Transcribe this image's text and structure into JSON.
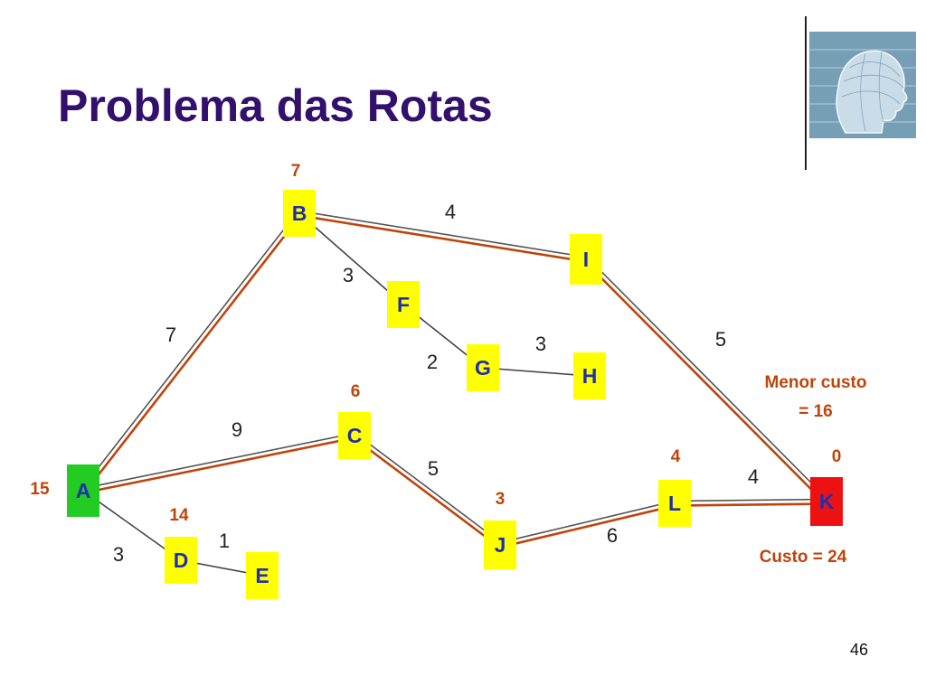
{
  "slide": {
    "title": "Problema das Rotas",
    "page_number": "46",
    "logo": "digital-head-icon"
  },
  "colors": {
    "title": "#33106b",
    "node_fill": "#ffff00",
    "start_fill": "#22cc22",
    "goal_fill": "#ee1111",
    "node_text": "#1e2fb0",
    "path_line": "#c0440a",
    "annotation": "#c0440a"
  },
  "graph": {
    "nodes": [
      {
        "id": "A",
        "label": "A",
        "role": "start",
        "heuristic": "15"
      },
      {
        "id": "B",
        "label": "B",
        "role": "normal",
        "heuristic": "7"
      },
      {
        "id": "C",
        "label": "C",
        "role": "normal",
        "heuristic": "6"
      },
      {
        "id": "D",
        "label": "D",
        "role": "normal",
        "heuristic": "14"
      },
      {
        "id": "E",
        "label": "E",
        "role": "normal",
        "heuristic": ""
      },
      {
        "id": "F",
        "label": "F",
        "role": "normal",
        "heuristic": ""
      },
      {
        "id": "G",
        "label": "G",
        "role": "normal",
        "heuristic": ""
      },
      {
        "id": "H",
        "label": "H",
        "role": "normal",
        "heuristic": ""
      },
      {
        "id": "I",
        "label": "I",
        "role": "normal",
        "heuristic": ""
      },
      {
        "id": "J",
        "label": "J",
        "role": "normal",
        "heuristic": "3"
      },
      {
        "id": "K",
        "label": "K",
        "role": "goal",
        "heuristic": "0"
      },
      {
        "id": "L",
        "label": "L",
        "role": "normal",
        "heuristic": "4"
      }
    ],
    "edges": [
      {
        "from": "A",
        "to": "B",
        "weight": "7",
        "highlighted": true
      },
      {
        "from": "B",
        "to": "I",
        "weight": "4",
        "highlighted": true
      },
      {
        "from": "I",
        "to": "K",
        "weight": "5",
        "highlighted": true
      },
      {
        "from": "A",
        "to": "C",
        "weight": "9",
        "highlighted": true
      },
      {
        "from": "C",
        "to": "J",
        "weight": "5",
        "highlighted": true
      },
      {
        "from": "J",
        "to": "L",
        "weight": "6",
        "highlighted": true
      },
      {
        "from": "L",
        "to": "K",
        "weight": "4",
        "highlighted": true
      },
      {
        "from": "B",
        "to": "F",
        "weight": "3",
        "highlighted": false
      },
      {
        "from": "F",
        "to": "G",
        "weight": "2",
        "highlighted": false
      },
      {
        "from": "G",
        "to": "H",
        "weight": "3",
        "highlighted": false
      },
      {
        "from": "A",
        "to": "D",
        "weight": "3",
        "highlighted": false
      },
      {
        "from": "D",
        "to": "E",
        "weight": "1",
        "highlighted": false
      }
    ]
  },
  "annotations": {
    "best_cost_line1": "Menor custo",
    "best_cost_line2": "= 16",
    "other_cost": "Custo = 24"
  }
}
